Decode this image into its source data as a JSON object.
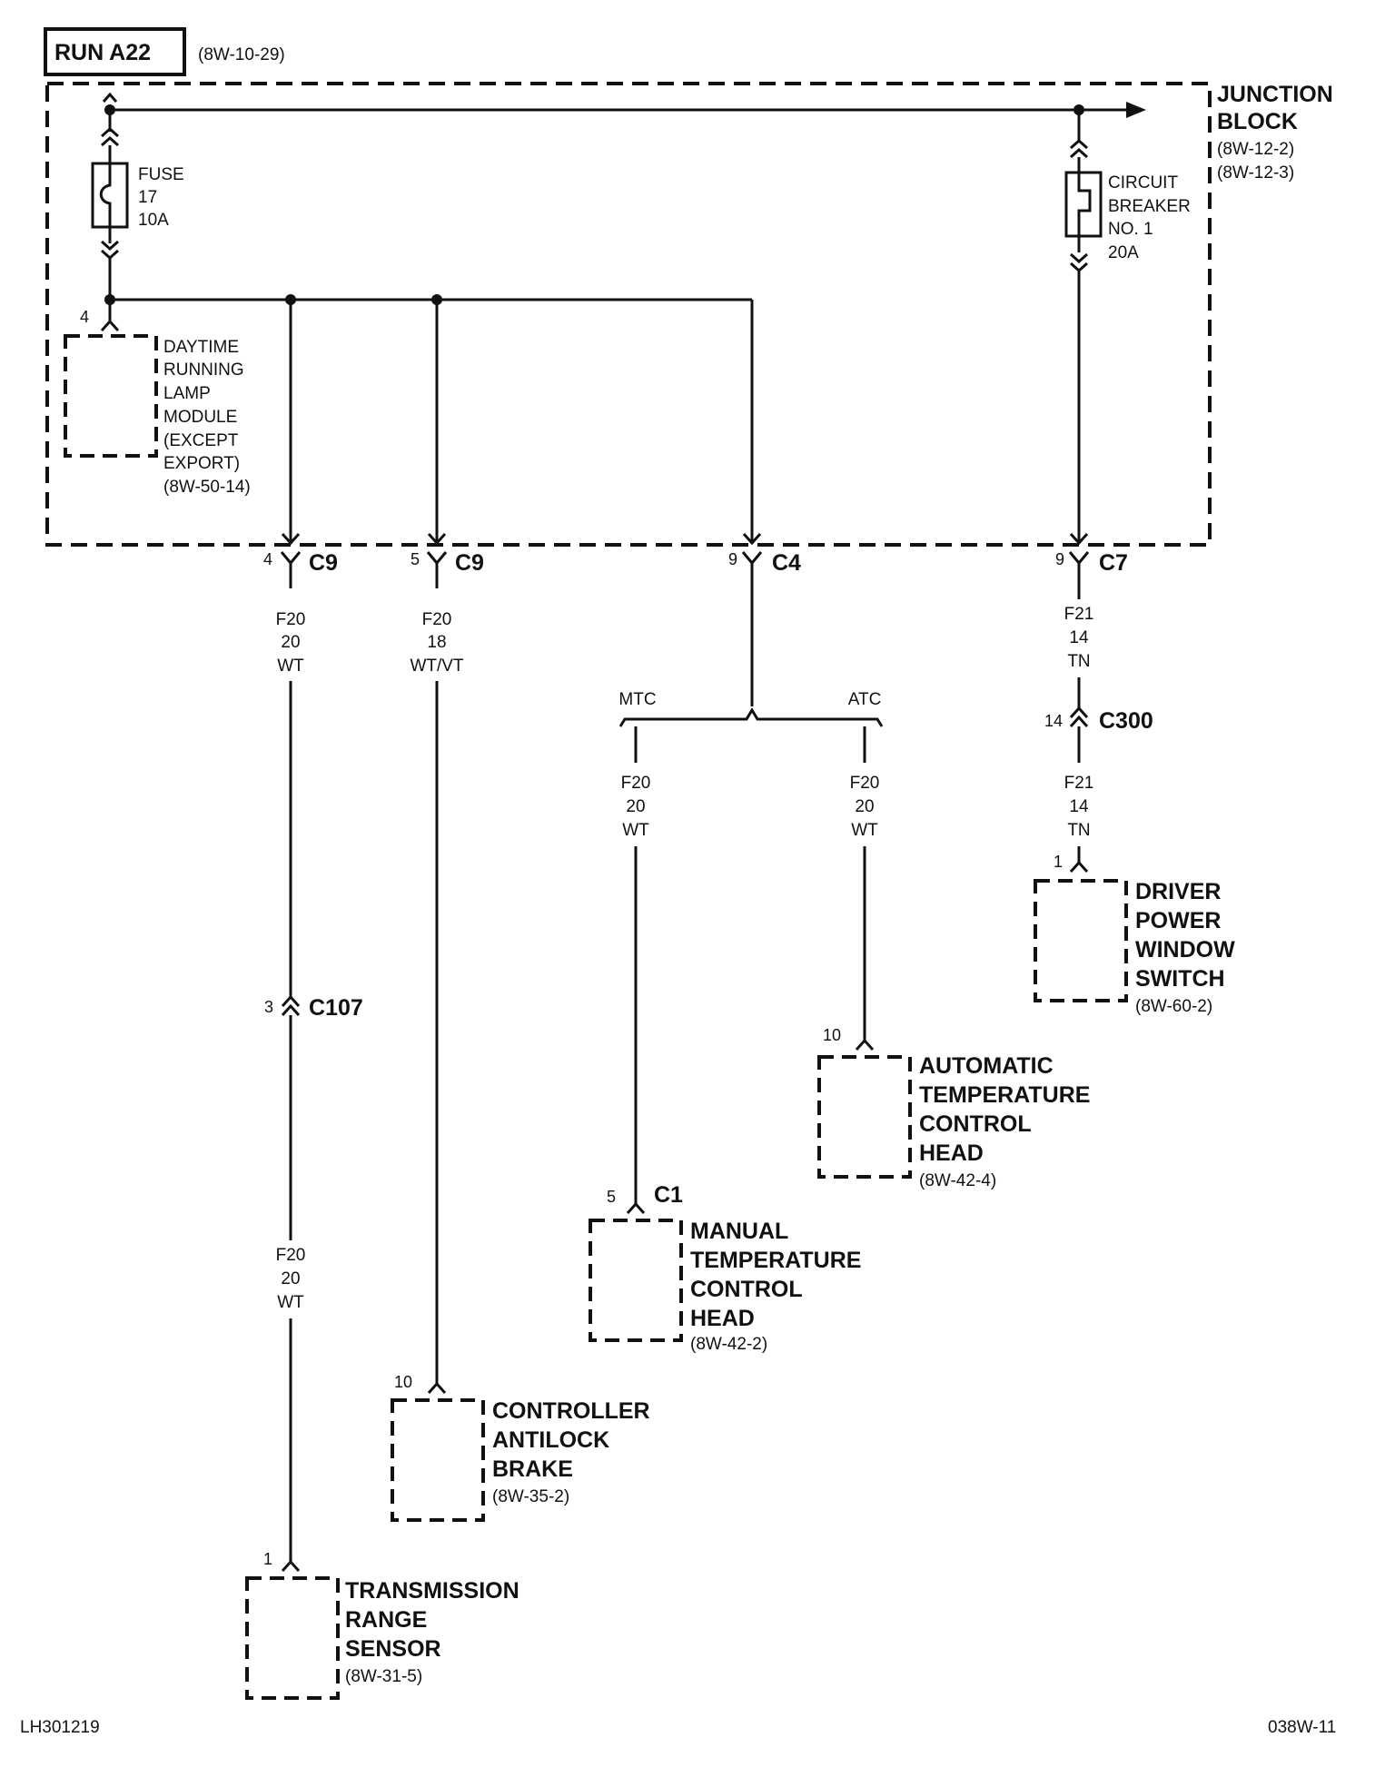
{
  "header": {
    "title": "RUN A22",
    "ref": "(8W-10-29)"
  },
  "junction_block": {
    "line1": "JUNCTION",
    "line2": "BLOCK",
    "ref1": "(8W-12-2)",
    "ref2": "(8W-12-3)"
  },
  "fuse": {
    "l1": "FUSE",
    "l2": "17",
    "l3": "10A"
  },
  "breaker": {
    "l1": "CIRCUIT",
    "l2": "BREAKER",
    "l3": "NO. 1",
    "l4": "20A"
  },
  "drl_module": {
    "pin": "4",
    "l1": "DAYTIME",
    "l2": "RUNNING",
    "l3": "LAMP",
    "l4": "MODULE",
    "l5": "(EXCEPT",
    "l6": "EXPORT)",
    "ref": "(8W-50-14)"
  },
  "connectors": {
    "c9a": {
      "pin": "4",
      "name": "C9"
    },
    "c9b": {
      "pin": "5",
      "name": "C9"
    },
    "c4": {
      "pin": "9",
      "name": "C4"
    },
    "c7": {
      "pin": "9",
      "name": "C7"
    },
    "c300": {
      "pin": "14",
      "name": "C300"
    },
    "c107": {
      "pin": "3",
      "name": "C107"
    },
    "c1": {
      "pin": "5",
      "name": "C1"
    }
  },
  "wires": {
    "w1": {
      "circuit": "F20",
      "gauge": "20",
      "color": "WT"
    },
    "w1b": {
      "circuit": "F20",
      "gauge": "20",
      "color": "WT"
    },
    "w2": {
      "circuit": "F20",
      "gauge": "18",
      "color": "WT/VT"
    },
    "w_mtc": {
      "circuit": "F20",
      "gauge": "20",
      "color": "WT"
    },
    "w_atc": {
      "circuit": "F20",
      "gauge": "20",
      "color": "WT"
    },
    "w_c7": {
      "circuit": "F21",
      "gauge": "14",
      "color": "TN"
    },
    "w_c300": {
      "circuit": "F21",
      "gauge": "14",
      "color": "TN"
    }
  },
  "branches": {
    "mtc": "MTC",
    "atc": "ATC"
  },
  "components": {
    "driver_window": {
      "pin": "1",
      "l1": "DRIVER",
      "l2": "POWER",
      "l3": "WINDOW",
      "l4": "SWITCH",
      "ref": "(8W-60-2)"
    },
    "atc_head": {
      "pin": "10",
      "l1": "AUTOMATIC",
      "l2": "TEMPERATURE",
      "l3": "CONTROL",
      "l4": "HEAD",
      "ref": "(8W-42-4)"
    },
    "mtc_head": {
      "l1": "MANUAL",
      "l2": "TEMPERATURE",
      "l3": "CONTROL",
      "l4": "HEAD",
      "ref": "(8W-42-2)"
    },
    "abs": {
      "pin": "10",
      "l1": "CONTROLLER",
      "l2": "ANTILOCK",
      "l3": "BRAKE",
      "ref": "(8W-35-2)"
    },
    "trs": {
      "pin": "1",
      "l1": "TRANSMISSION",
      "l2": "RANGE",
      "l3": "SENSOR",
      "ref": "(8W-31-5)"
    }
  },
  "footer": {
    "left": "LH301219",
    "right": "038W-11"
  }
}
